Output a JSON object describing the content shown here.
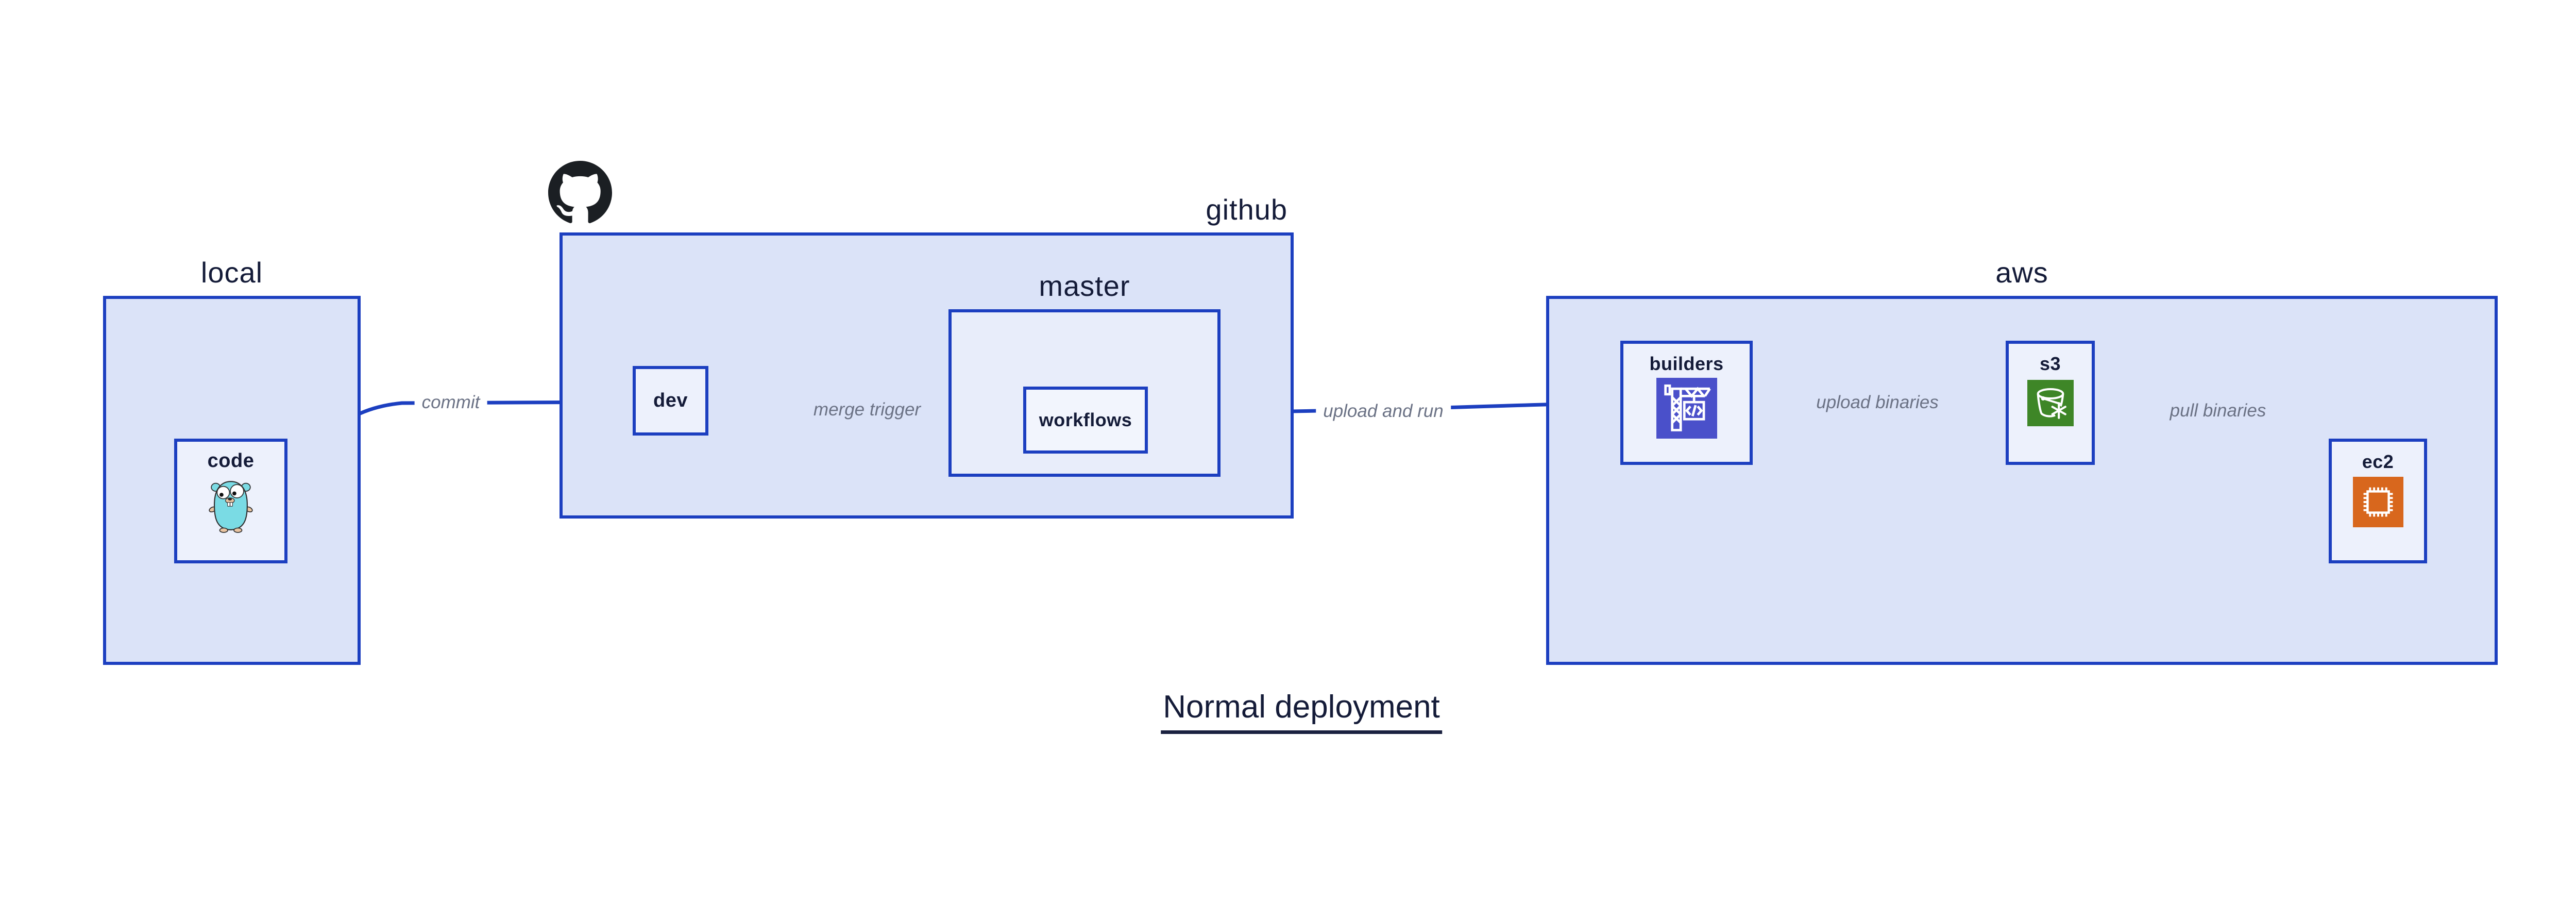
{
  "title": "Normal deployment",
  "groups": {
    "local": {
      "label": "local"
    },
    "github": {
      "label": "github"
    },
    "master": {
      "label": "master"
    },
    "aws": {
      "label": "aws"
    }
  },
  "nodes": {
    "code": {
      "label": "code"
    },
    "dev": {
      "label": "dev"
    },
    "workflows": {
      "label": "workflows"
    },
    "builders": {
      "label": "builders"
    },
    "s3": {
      "label": "s3"
    },
    "ec2": {
      "label": "ec2"
    }
  },
  "edges": {
    "commit": {
      "label": "commit"
    },
    "merge_trigger": {
      "label": "merge trigger"
    },
    "upload_and_run": {
      "label": "upload and run"
    },
    "upload_binaries": {
      "label": "upload binaries"
    },
    "pull_binaries": {
      "label": "pull binaries"
    }
  },
  "icons": {
    "github": "github-octocat-icon",
    "code": "go-gopher-icon",
    "builders": "aws-codebuild-crane-icon",
    "s3": "aws-s3-glacier-bucket-icon",
    "ec2": "aws-ec2-chip-icon"
  },
  "colors": {
    "edge_and_border": "#1c3fc0",
    "group_fill": "#dbe3f8",
    "master_fill": "#e8edfa",
    "node_fill": "#edf1fc",
    "heading_text": "#141b38",
    "edge_label_text": "#6b7285",
    "octocat": "#1b1f23",
    "gopher_body": "#7adbe4",
    "codebuild_bg": "#4a50ca",
    "s3_bg": "#3e8627",
    "ec2_bg": "#d8671d"
  }
}
